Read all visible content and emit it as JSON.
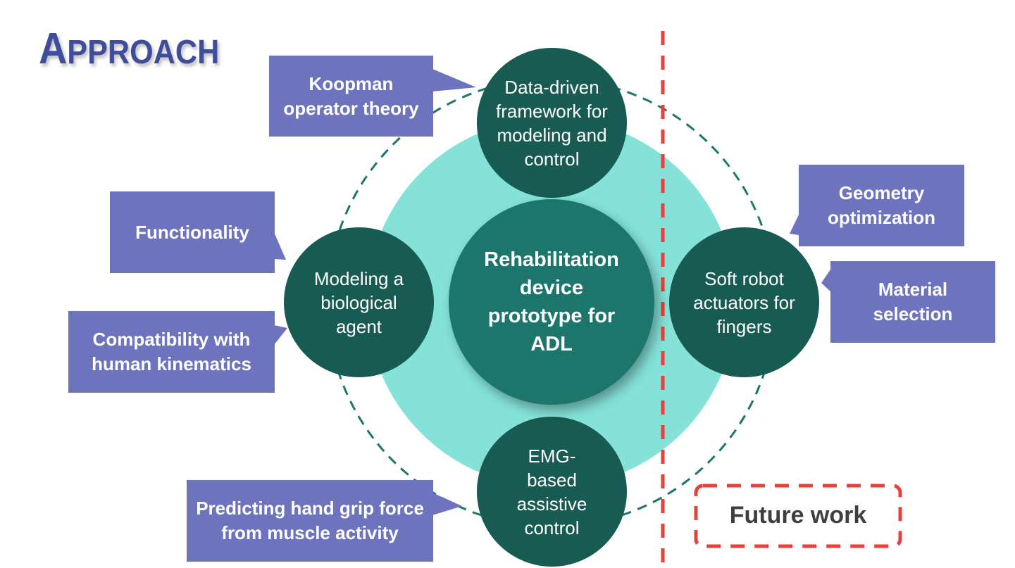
{
  "title": {
    "first": "A",
    "rest": "PPROACH",
    "color": "#3f4d9c"
  },
  "colors": {
    "outer_node": "#175b52",
    "center_node": "#1c766b",
    "inner_disc": "#84e2d8",
    "dashed_ring": "#1c766b",
    "callout": "#6e73bd",
    "divider": "#e8403a",
    "future_text": "#3f3f3f"
  },
  "center": {
    "label": "Rehabilitation device prototype for ADL"
  },
  "nodes": {
    "top": {
      "label": "Data-driven framework for modeling and control"
    },
    "left": {
      "label": "Modeling a biological agent"
    },
    "right": {
      "label": "Soft robot actuators for fingers"
    },
    "bottom": {
      "label": "EMG-based assistive control"
    }
  },
  "callouts": {
    "koopman": "Koopman operator theory",
    "functionality": "Functionality",
    "compatibility": "Compatibility with human kinematics",
    "predicting": "Predicting hand grip force from muscle activity",
    "geometry": "Geometry optimization",
    "material": "Material selection"
  },
  "future_work": {
    "label": "Future work"
  }
}
